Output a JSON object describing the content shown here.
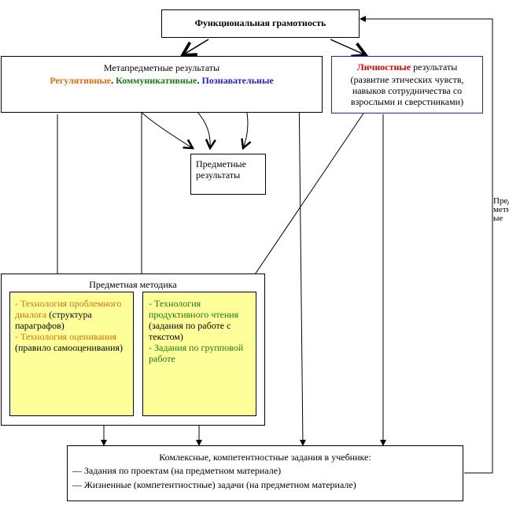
{
  "top": {
    "title": "Функциональная грамотность"
  },
  "meta": {
    "title": "Метапредметные результаты",
    "regulative": "Регулятивные",
    "communicative": "Коммуникативные",
    "cognitive": "Познавательные",
    "dot": "."
  },
  "personal": {
    "title_colored": "Личностные",
    "title_rest": " результаты",
    "text": "(развитие этических чувств, навыков сотрудничества со взрослыми и сверстниками)"
  },
  "subject_results": {
    "text": "Предметные результаты"
  },
  "methodology": {
    "title": "Предметная методика",
    "left": {
      "item1_colored": "- Технология проблемного диалога",
      "item1_rest": " (структура параграфов)",
      "item2_colored": "- Технология оценивания",
      "item2_rest": " (правило самооценивания)"
    },
    "right": {
      "item1_colored": "- Технология продуктивного чтения",
      "item1_rest": " (задания по работе с текстом)",
      "item2_colored": "- Задания по групповой работе"
    }
  },
  "complex": {
    "title": "Комлексные, компетентностные задания в учебнике:",
    "items": [
      "Задания по проектам (на предметном материале)",
      "Жизненные (компетентностные) задачи  (на предметном материале)"
    ]
  },
  "side_label": {
    "text": "Предметные"
  },
  "colors": {
    "regulative": "#e46c0a",
    "communicative": "#1a7a1a",
    "cognitive": "#1f1fcc",
    "personal": "#e00000",
    "yellow_box": "#ffff99"
  }
}
